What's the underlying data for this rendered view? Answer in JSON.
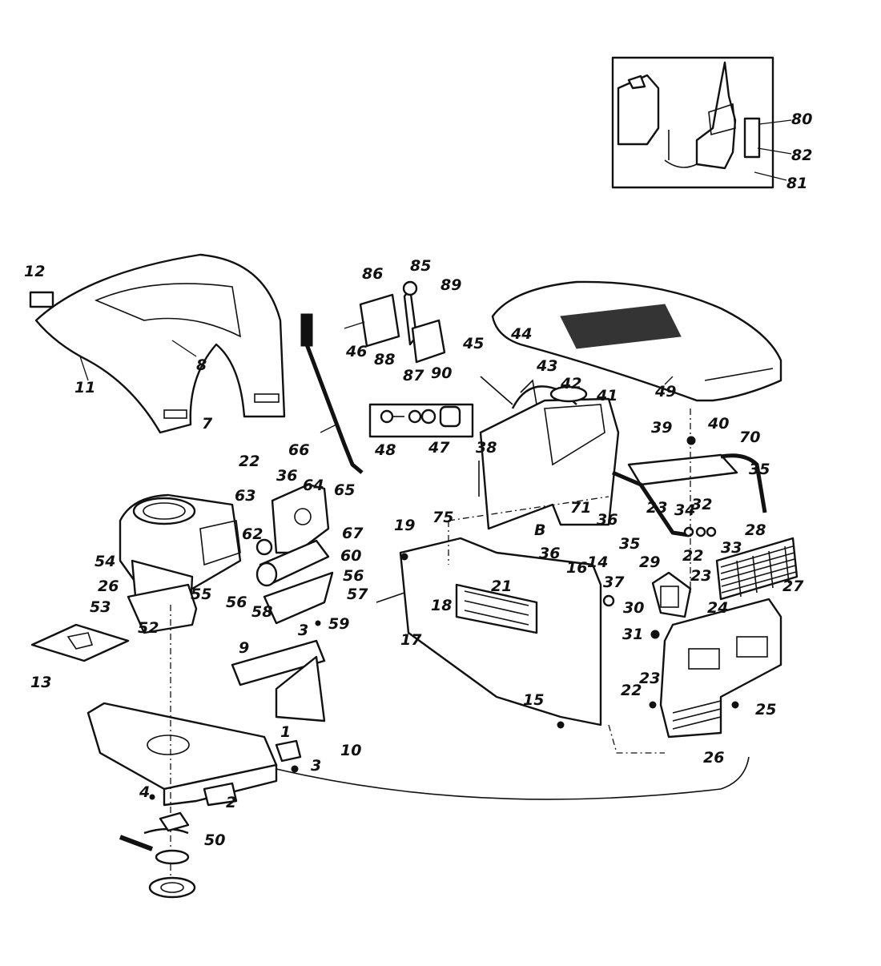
{
  "callouts": [
    {
      "id": "c80",
      "text": "80"
    },
    {
      "id": "c82",
      "text": "82"
    },
    {
      "id": "c81",
      "text": "81"
    },
    {
      "id": "c12",
      "text": "12"
    },
    {
      "id": "c11",
      "text": "11"
    },
    {
      "id": "c8",
      "text": "8"
    },
    {
      "id": "c7",
      "text": "7"
    },
    {
      "id": "c86",
      "text": "86"
    },
    {
      "id": "c85",
      "text": "85"
    },
    {
      "id": "c89",
      "text": "89"
    },
    {
      "id": "c46",
      "text": "46"
    },
    {
      "id": "c88",
      "text": "88"
    },
    {
      "id": "c87",
      "text": "87"
    },
    {
      "id": "c90",
      "text": "90"
    },
    {
      "id": "c45",
      "text": "45"
    },
    {
      "id": "c44",
      "text": "44"
    },
    {
      "id": "c43",
      "text": "43"
    },
    {
      "id": "c42",
      "text": "42"
    },
    {
      "id": "c49",
      "text": "49"
    },
    {
      "id": "c41",
      "text": "41"
    },
    {
      "id": "c40",
      "text": "40"
    },
    {
      "id": "c39",
      "text": "39"
    },
    {
      "id": "c70",
      "text": "70"
    },
    {
      "id": "c35a",
      "text": "35"
    },
    {
      "id": "c66",
      "text": "66"
    },
    {
      "id": "c48",
      "text": "48"
    },
    {
      "id": "c47",
      "text": "47"
    },
    {
      "id": "c22a",
      "text": "22"
    },
    {
      "id": "c36a",
      "text": "36"
    },
    {
      "id": "c64",
      "text": "64"
    },
    {
      "id": "c65",
      "text": "65"
    },
    {
      "id": "c63",
      "text": "63"
    },
    {
      "id": "c62",
      "text": "62"
    },
    {
      "id": "c67",
      "text": "67"
    },
    {
      "id": "c60",
      "text": "60"
    },
    {
      "id": "c56a",
      "text": "56"
    },
    {
      "id": "c56b",
      "text": "56"
    },
    {
      "id": "c57",
      "text": "57"
    },
    {
      "id": "c55",
      "text": "55"
    },
    {
      "id": "c58",
      "text": "58"
    },
    {
      "id": "c59",
      "text": "59"
    },
    {
      "id": "c3a",
      "text": "3"
    },
    {
      "id": "c54",
      "text": "54"
    },
    {
      "id": "c26a",
      "text": "26"
    },
    {
      "id": "c53",
      "text": "53"
    },
    {
      "id": "c52",
      "text": "52"
    },
    {
      "id": "c13",
      "text": "13"
    },
    {
      "id": "c9",
      "text": "9"
    },
    {
      "id": "c10",
      "text": "10"
    },
    {
      "id": "c1",
      "text": "1"
    },
    {
      "id": "c3b",
      "text": "3"
    },
    {
      "id": "c4",
      "text": "4"
    },
    {
      "id": "c2",
      "text": "2"
    },
    {
      "id": "c50",
      "text": "50"
    },
    {
      "id": "c38",
      "text": "38"
    },
    {
      "id": "c75",
      "text": "75"
    },
    {
      "id": "c71",
      "text": "71"
    },
    {
      "id": "cB",
      "text": "B"
    },
    {
      "id": "c19",
      "text": "19"
    },
    {
      "id": "c36b",
      "text": "36"
    },
    {
      "id": "c36c",
      "text": "36"
    },
    {
      "id": "c23a",
      "text": "23"
    },
    {
      "id": "c34",
      "text": "34"
    },
    {
      "id": "c32",
      "text": "32"
    },
    {
      "id": "c33",
      "text": "33"
    },
    {
      "id": "c35b",
      "text": "35"
    },
    {
      "id": "c28",
      "text": "28"
    },
    {
      "id": "c21",
      "text": "21"
    },
    {
      "id": "c16",
      "text": "16"
    },
    {
      "id": "c14",
      "text": "14"
    },
    {
      "id": "c37",
      "text": "37"
    },
    {
      "id": "c18",
      "text": "18"
    },
    {
      "id": "c17",
      "text": "17"
    },
    {
      "id": "c29",
      "text": "29"
    },
    {
      "id": "c22b",
      "text": "22"
    },
    {
      "id": "c23b",
      "text": "23"
    },
    {
      "id": "c30",
      "text": "30"
    },
    {
      "id": "c24",
      "text": "24"
    },
    {
      "id": "c27",
      "text": "27"
    },
    {
      "id": "c31",
      "text": "31"
    },
    {
      "id": "c15",
      "text": "15"
    },
    {
      "id": "c23c",
      "text": "23"
    },
    {
      "id": "c22c",
      "text": "22"
    },
    {
      "id": "c25",
      "text": "25"
    },
    {
      "id": "c26b",
      "text": "26"
    }
  ]
}
